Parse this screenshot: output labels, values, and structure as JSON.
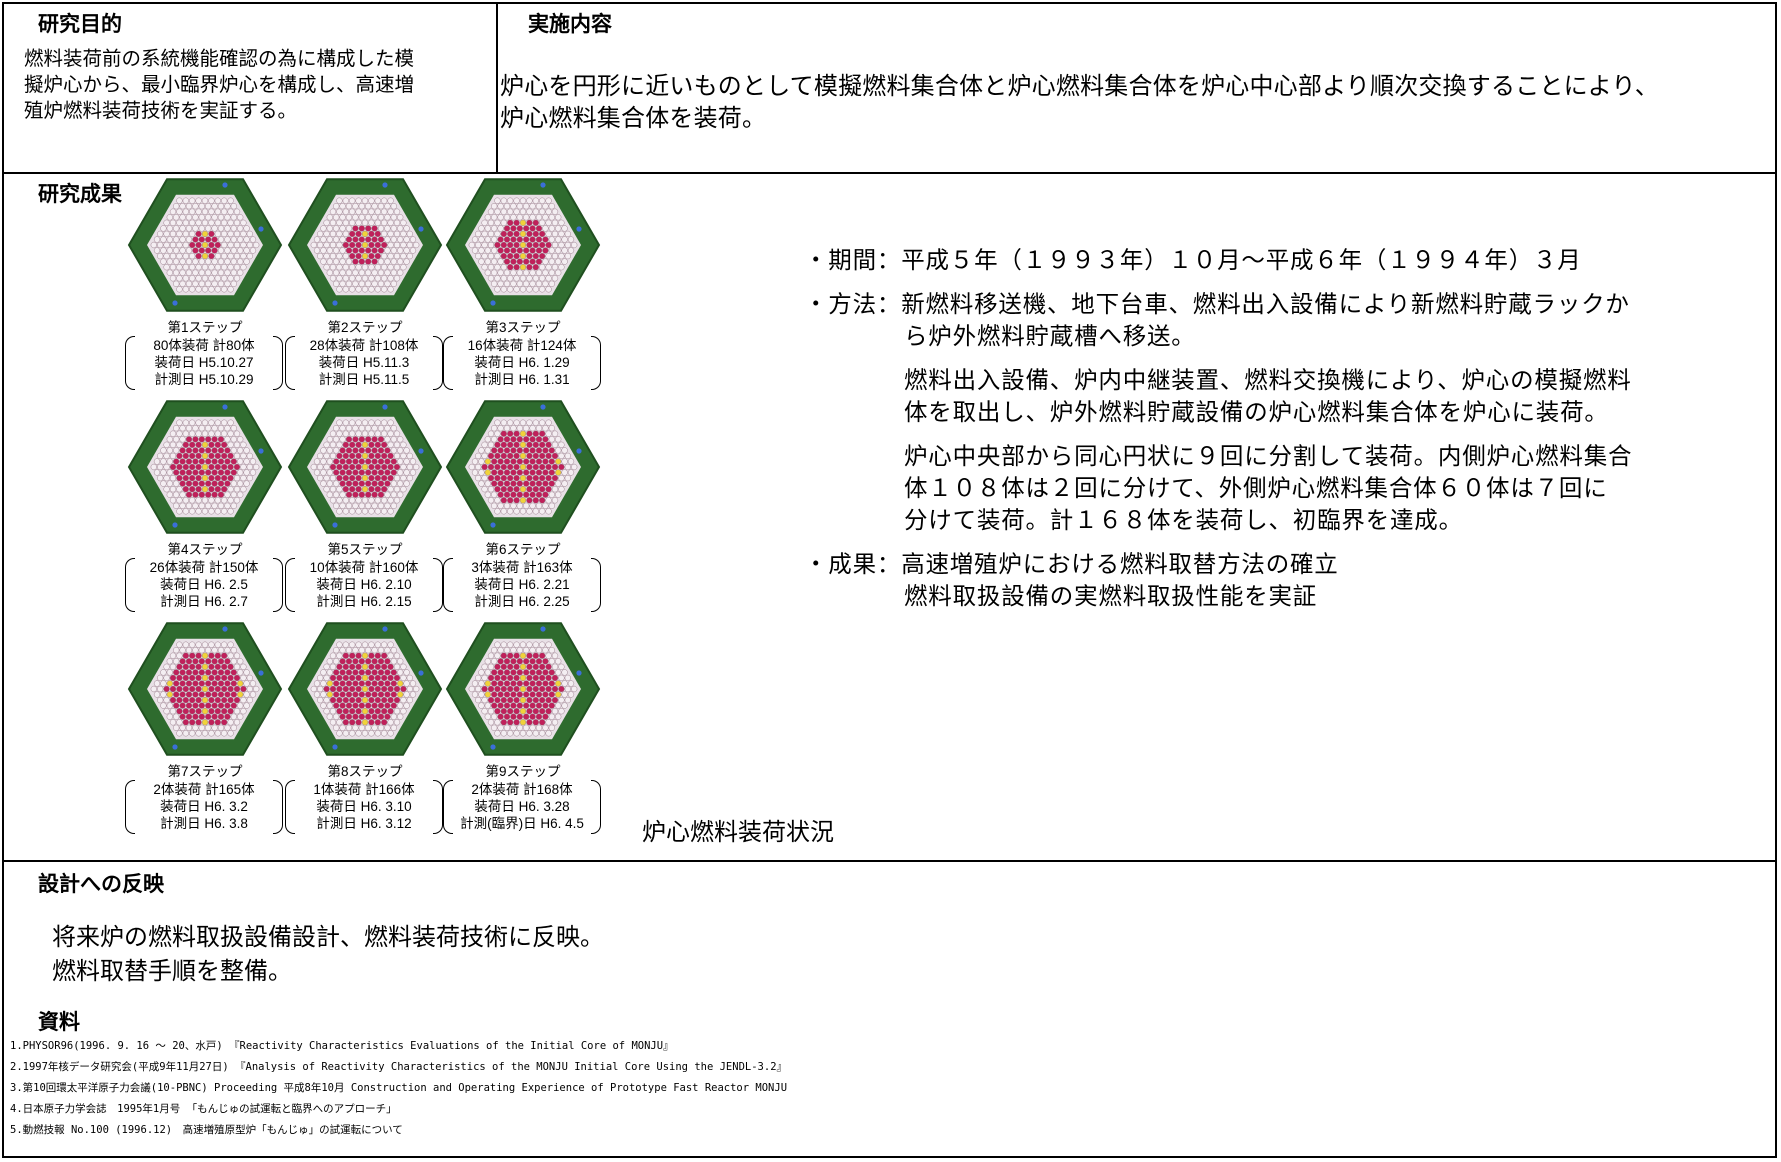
{
  "purpose": {
    "heading": "研究目的",
    "lines": [
      "燃料装荷前の系統機能確認の為に構成した模",
      "擬炉心から、最小臨界炉心を構成し、高速増",
      "殖炉燃料装荷技術を実証する。"
    ]
  },
  "implementation": {
    "heading": "実施内容",
    "lines": [
      "炉心を円形に近いものとして模擬燃料集合体と炉心燃料集合体を炉心中心部より順次交換することにより、",
      "炉心燃料集合体を装荷。"
    ]
  },
  "results": {
    "heading": "研究成果",
    "caption": "炉心燃料装荷状況",
    "steps": [
      {
        "title": "第1ステップ",
        "load": "80体装荷",
        "total": "計80体",
        "load_date": "装荷日 H5.10.27",
        "measure_date": "計測日 H5.10.29",
        "fill": 0.28
      },
      {
        "title": "第2ステップ",
        "load": "28体装荷",
        "total": "計108体",
        "load_date": "装荷日 H5.11.3",
        "measure_date": "計測日 H5.11.5",
        "fill": 0.38
      },
      {
        "title": "第3ステップ",
        "load": "16体装荷",
        "total": "計124体",
        "load_date": "装荷日 H6. 1.29",
        "measure_date": "計測日 H6. 1.31",
        "fill": 0.46
      },
      {
        "title": "第4ステップ",
        "load": "26体装荷",
        "total": "計150体",
        "load_date": "装荷日 H6. 2.5",
        "measure_date": "計測日 H6. 2.7",
        "fill": 0.6
      },
      {
        "title": "第5ステップ",
        "load": "10体装荷",
        "total": "計160体",
        "load_date": "装荷日 H6. 2.10",
        "measure_date": "計測日 H6. 2.15",
        "fill": 0.67
      },
      {
        "title": "第6ステップ",
        "load": "3体装荷",
        "total": "計163体",
        "load_date": "装荷日 H6. 2.21",
        "measure_date": "計測日 H6. 2.25",
        "fill": 0.7
      },
      {
        "title": "第7ステップ",
        "load": "2体装荷",
        "total": "計165体",
        "load_date": "装荷日 H6. 3.2",
        "measure_date": "計測日 H6. 3.8",
        "fill": 0.73
      },
      {
        "title": "第8ステップ",
        "load": "1体装荷",
        "total": "計166体",
        "load_date": "装荷日 H6. 3.10",
        "measure_date": "計測日 H6. 3.12",
        "fill": 0.74
      },
      {
        "title": "第9ステップ",
        "load": "2体装荷",
        "total": "計168体",
        "load_date": "装荷日 H6. 3.28",
        "measure_date": "計測(臨界)日 H6. 4.5",
        "fill": 0.76
      }
    ],
    "bullets": [
      {
        "label": "・期間：",
        "lines": [
          "平成５年（１９９３年）１０月～平成６年（１９９４年）３月"
        ]
      },
      {
        "label": "・方法：",
        "lines": [
          "新燃料移送機、地下台車、燃料出入設備により新燃料貯蔵ラックか",
          "ら炉外燃料貯蔵槽へ移送。"
        ]
      },
      {
        "label": "",
        "lines": [
          "燃料出入設備、炉内中継装置、燃料交換機により、炉心の模擬燃料",
          "体を取出し、炉外燃料貯蔵設備の炉心燃料集合体を炉心に装荷。"
        ]
      },
      {
        "label": "",
        "lines": [
          "炉心中央部から同心円状に９回に分割して装荷。内側炉心燃料集合",
          "体１０８体は２回に分けて、外側炉心燃料集合体６０体は７回に",
          "分けて装荷。計１６８体を装荷し、初臨界を達成。"
        ]
      },
      {
        "label": "・成果：",
        "lines": [
          "高速増殖炉における燃料取替方法の確立",
          "燃料取扱設備の実燃料取扱性能を実証"
        ]
      }
    ]
  },
  "reflection": {
    "heading": "設計への反映",
    "lines": [
      "将来炉の燃料取扱設備設計、燃料装荷技術に反映。",
      "燃料取替手順を整備。"
    ]
  },
  "references": {
    "heading": "資料",
    "items": [
      "1.PHYSOR96(1996. 9. 16 ～ 20、水戸) 『Reactivity Characteristics Evaluations of the Initial Core of MONJU』",
      "2.1997年核データ研究会(平成9年11月27日) 『Analysis of Reactivity Characteristics of the MONJU Initial Core Using the JENDL-3.2』",
      "3.第10回環太平洋原子力会議(10-PBNC) Proceeding 平成8年10月 Construction and Operating Experience of Prototype Fast Reactor MONJU",
      "4.日本原子力学会誌　1995年1月号 「もんじゅの試運転と臨界へのアプローチ」",
      "5.動燃技報 No.100 (1996.12)　高速増殖原型炉「もんじゅ」の試運転について"
    ]
  },
  "colors": {
    "outer_ring": "#2e6b2e",
    "outer_ring_dark": "#1f4f1f",
    "dummy": "#e8e0e6",
    "fuel": "#c0205a",
    "fuel_dot": "#f0d23a",
    "control": "#3a6fd8"
  }
}
